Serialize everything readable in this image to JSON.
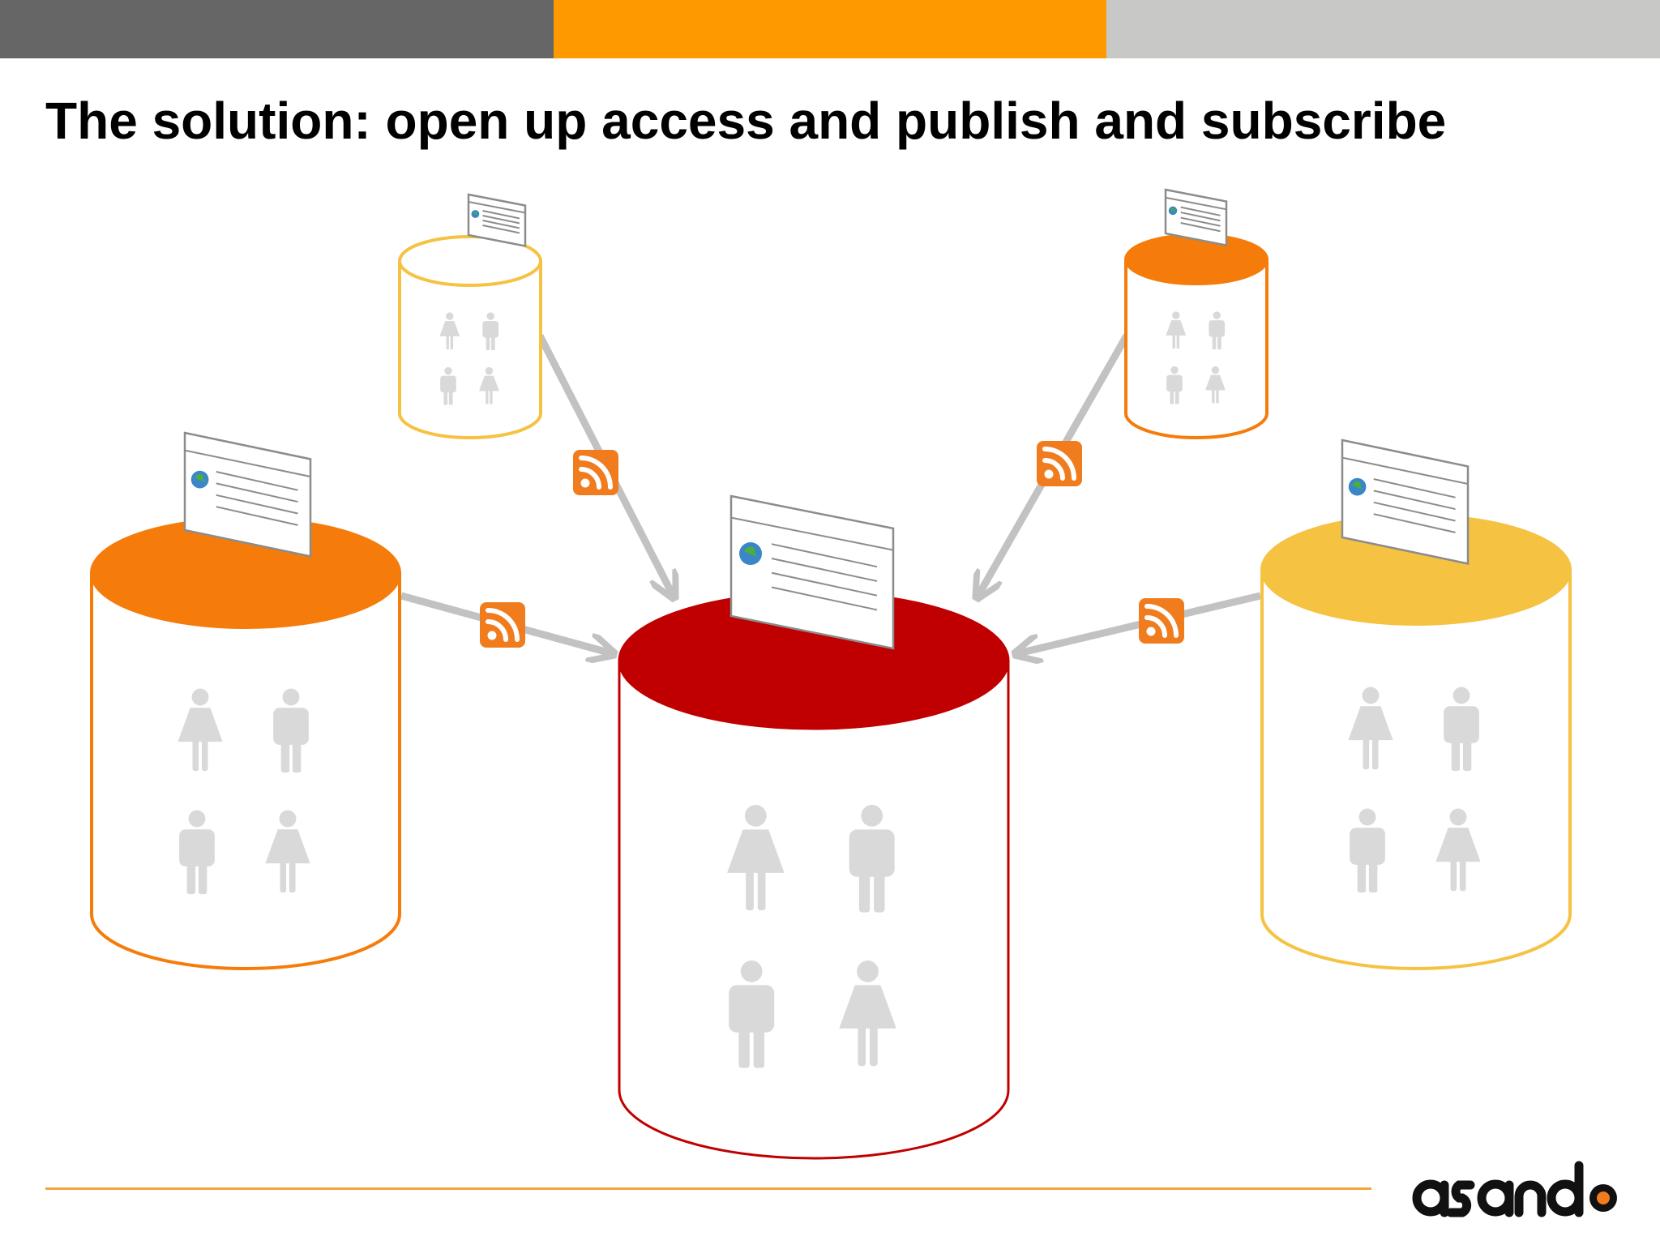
{
  "slide": {
    "title": "The solution: open up access and publish and subscribe",
    "logo_text": "asando"
  },
  "colors": {
    "bar_dark": "#666666",
    "bar_orange": "#ff9900",
    "bar_light": "#c8c8c6",
    "footer_line": "#f2a53a",
    "db_orange": "#f57c0a",
    "db_yellow": "#f5c242",
    "db_red": "#c00000",
    "feed": "#f07c1e",
    "arrow": "#c2c2c2",
    "person": "#d9d9d9"
  },
  "icons": {
    "database": "database-cylinder-icon",
    "web_page": "web-page-icon",
    "globe": "globe-icon",
    "rss": "rss-feed-icon",
    "person_male": "person-male-icon",
    "person_female": "person-female-icon",
    "arrow": "arrow-icon"
  },
  "databases": [
    {
      "id": "small-yellow",
      "color": "db_yellow",
      "top_filled": false
    },
    {
      "id": "small-orange",
      "color": "db_orange",
      "top_filled": true
    },
    {
      "id": "left-orange",
      "color": "db_orange",
      "top_filled": true
    },
    {
      "id": "center-red",
      "color": "db_red",
      "top_filled": true,
      "hub": true
    },
    {
      "id": "right-yellow",
      "color": "db_yellow",
      "top_filled": true
    }
  ],
  "feeds": [
    {
      "from": "small-yellow",
      "to": "center-red"
    },
    {
      "from": "small-orange",
      "to": "center-red"
    },
    {
      "from": "left-orange",
      "to": "center-red"
    },
    {
      "from": "right-yellow",
      "to": "center-red"
    }
  ]
}
